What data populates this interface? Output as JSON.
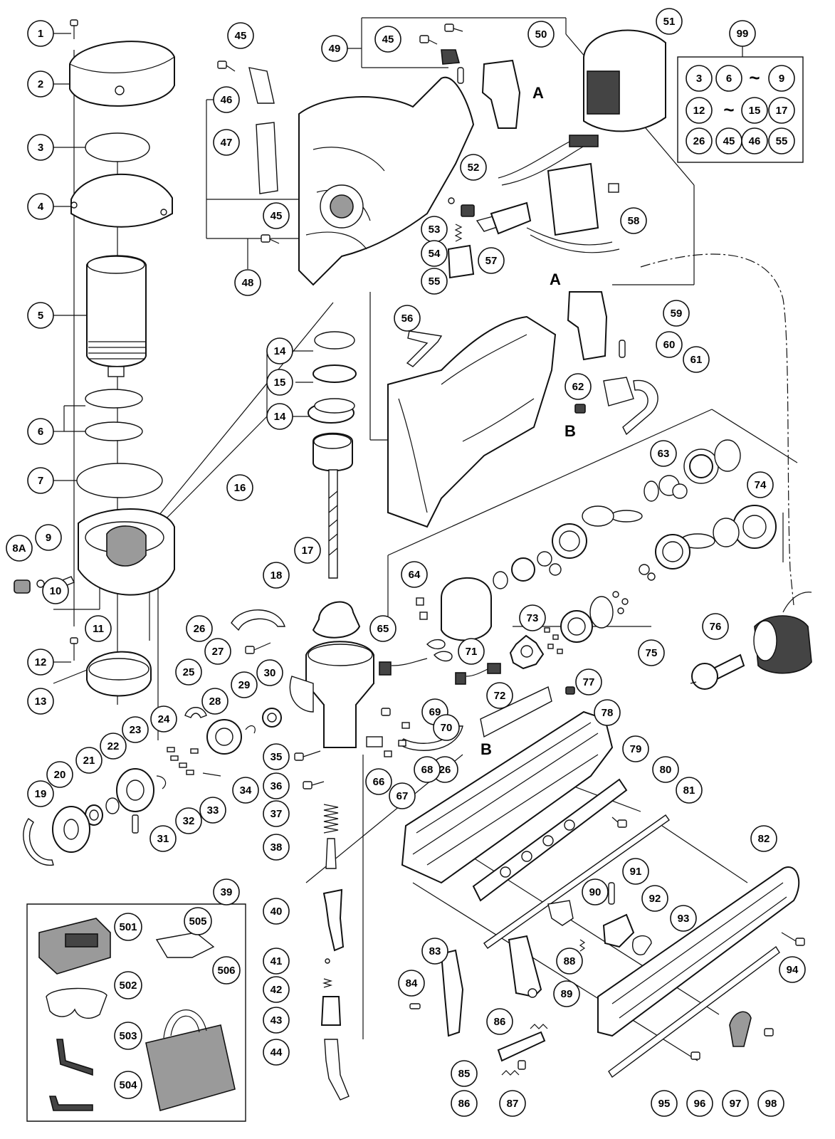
{
  "diagram": {
    "labels": [
      "1",
      "2",
      "3",
      "4",
      "5",
      "6",
      "7",
      "8A",
      "9",
      "10",
      "11",
      "12",
      "13",
      "14",
      "15",
      "16",
      "17",
      "18",
      "19",
      "20",
      "21",
      "22",
      "23",
      "24",
      "25",
      "26",
      "27",
      "28",
      "29",
      "30",
      "31",
      "32",
      "33",
      "34",
      "35",
      "36",
      "37",
      "38",
      "39",
      "40",
      "41",
      "42",
      "43",
      "44",
      "45",
      "46",
      "47",
      "48",
      "49",
      "50",
      "51",
      "52",
      "53",
      "54",
      "55",
      "56",
      "57",
      "58",
      "59",
      "60",
      "61",
      "62",
      "63",
      "64",
      "65",
      "66",
      "67",
      "68",
      "69",
      "70",
      "71",
      "72",
      "73",
      "74",
      "75",
      "76",
      "77",
      "78",
      "79",
      "80",
      "81",
      "82",
      "83",
      "84",
      "85",
      "86",
      "87",
      "88",
      "89",
      "90",
      "91",
      "92",
      "93",
      "94",
      "95",
      "96",
      "97",
      "98",
      "99",
      "501",
      "502",
      "503",
      "504",
      "505",
      "506"
    ],
    "ref_letters": [
      "A",
      "B"
    ],
    "kit_99_title": "99",
    "kit_99_rows": [
      [
        "3",
        "6",
        "~",
        "9"
      ],
      [
        "12",
        "~",
        "15",
        "17"
      ],
      [
        "26",
        "45",
        "46",
        "55"
      ]
    ]
  }
}
